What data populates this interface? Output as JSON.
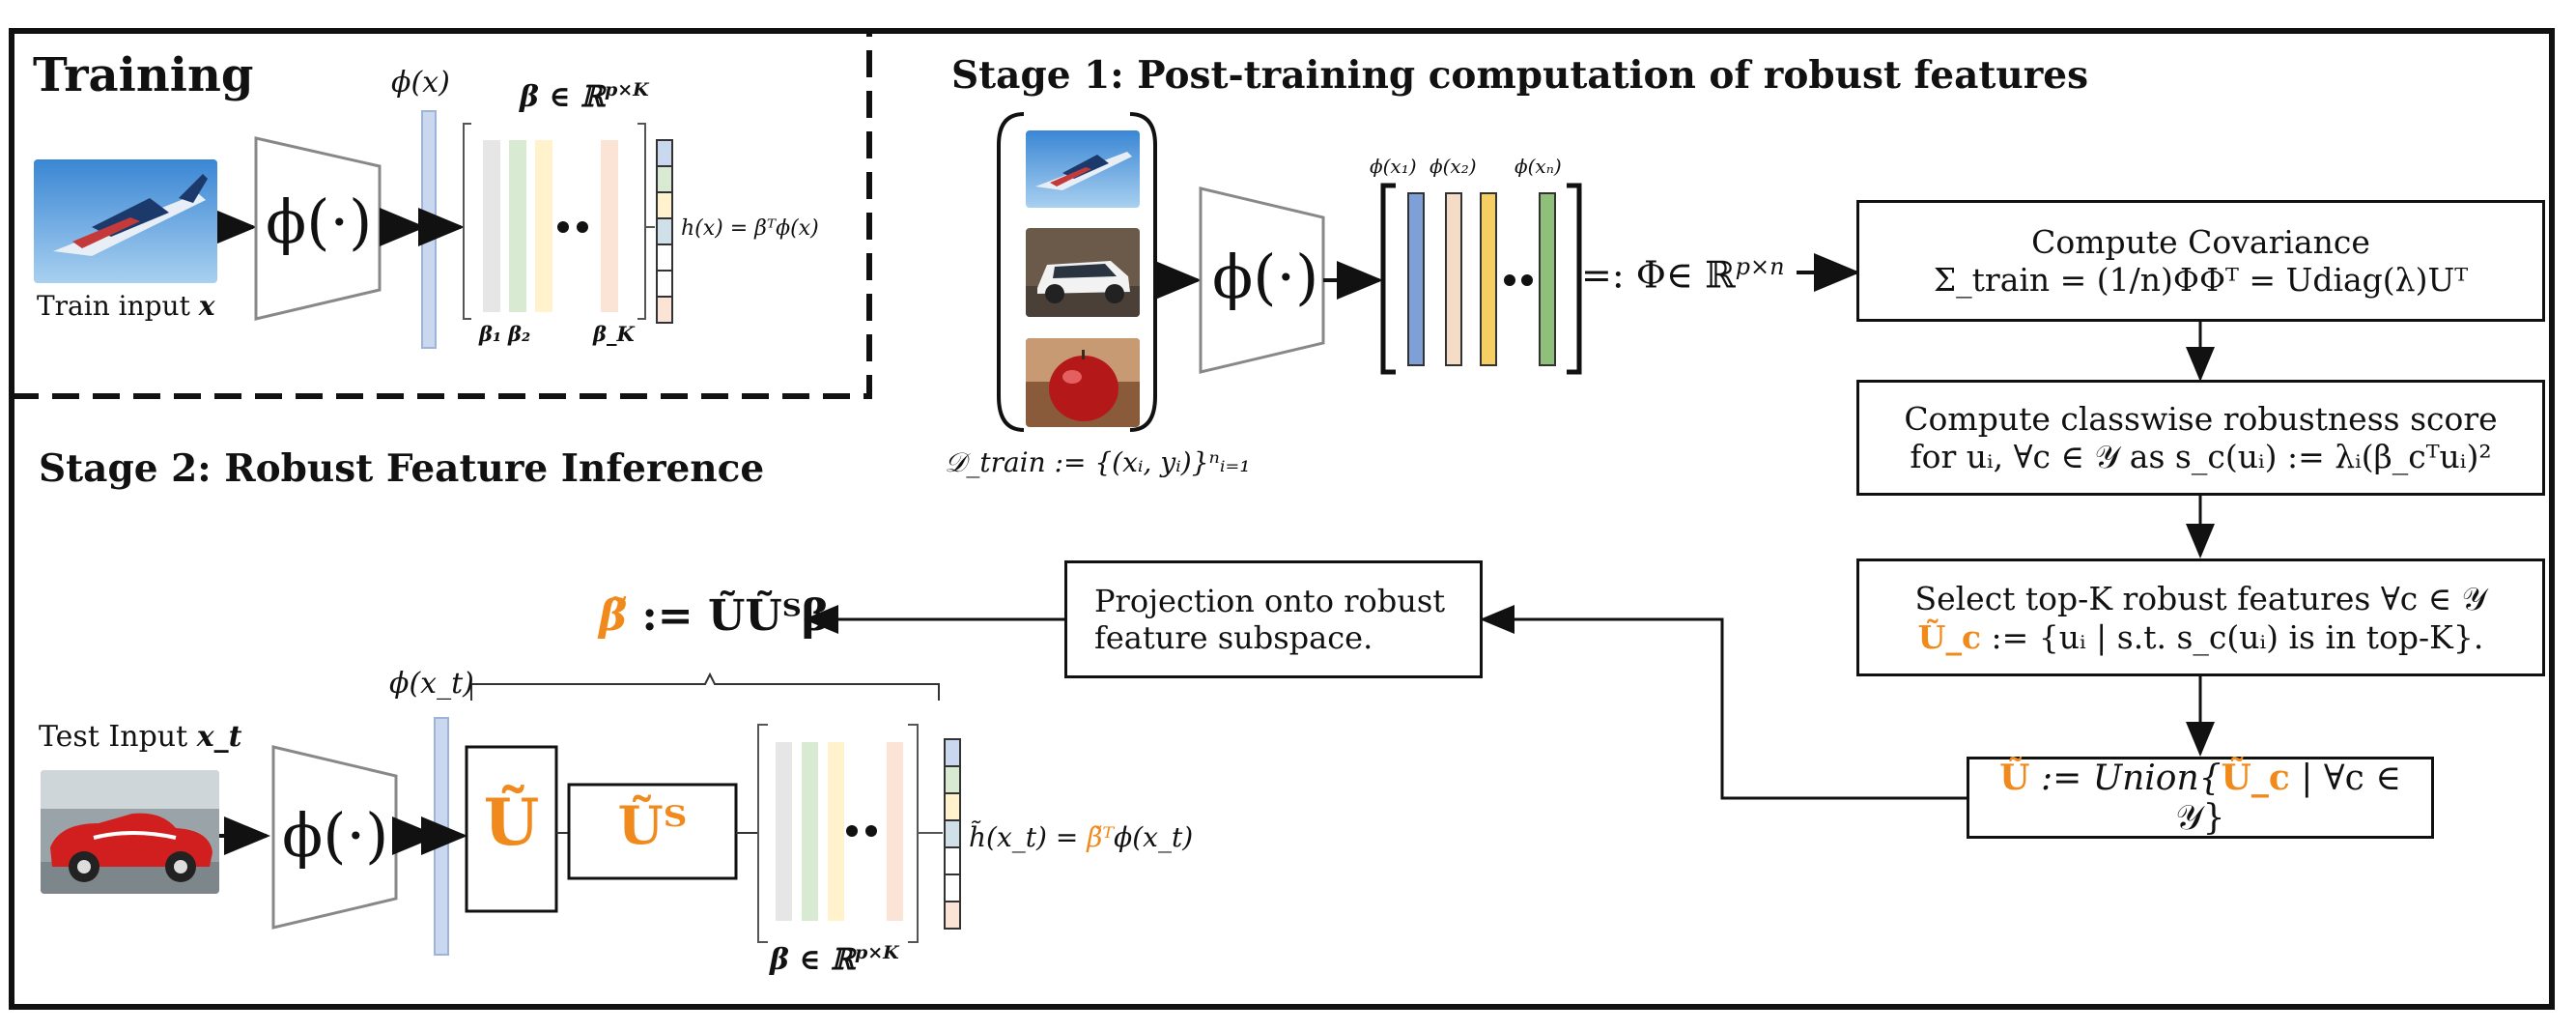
{
  "training": {
    "title": "Training",
    "phi_x": "ϕ(x)",
    "beta_def": "β ∈ ℝ",
    "beta_sup": "p×K",
    "encoder": "ϕ(·)",
    "input_label": "Train input",
    "input_var": "x",
    "beta_1": "β₁",
    "beta_2": "β₂",
    "beta_K": "β_K",
    "head_eq": "h(x) = βᵀϕ(x)"
  },
  "stage1": {
    "title": "Stage 1: Post-training computation of robust features",
    "encoder": "ϕ(·)",
    "phi_x1": "ϕ(x₁)",
    "phi_x2": "ϕ(x₂)",
    "phi_xn": "ϕ(xₙ)",
    "Phi_def": "=: Φ∈ ℝ",
    "Phi_sup": "p×n",
    "dataset": "𝒟_train := {(xᵢ, yᵢ)}ⁿᵢ₌₁",
    "cov_line1": "Compute Covariance",
    "cov_line2": "Σ_train = (1/n)ΦΦᵀ = Udiag(λ)Uᵀ",
    "score_line1": "Compute classwise robustness score",
    "score_line2": "for uᵢ, ∀c ∈ 𝒴 as s_c(uᵢ) := λᵢ(β_cᵀuᵢ)²",
    "select_line1": "Select top-K robust features ∀c ∈ 𝒴",
    "select_ut": "Ũ_c",
    "select_line2": " := {uᵢ | s.t. s_c(uᵢ) is in top-K}.",
    "union_ut": "Ũ",
    "union_mid": " := Union{",
    "union_utc": "Ũ_c",
    "union_end": " | ∀c ∈ 𝒴}"
  },
  "stage2": {
    "title": "Stage 2: Robust Feature Inference",
    "proj_line1": "Projection onto robust",
    "proj_line2": "feature subspace.",
    "beta_tilde": "β̃",
    "beta_tilde_eq": " := ŨŨᵀβ",
    "phi_xt": "ϕ(x_t)",
    "test_label": "Test Input",
    "test_var": "x_t",
    "encoder": "ϕ(·)",
    "U_tilde": "Ũ",
    "U_tilde_T": "Ũᵀ",
    "head_pre": "h̃(x_t) = ",
    "head_beta": "β̃ᵀ",
    "head_post": "ϕ(x_t)",
    "beta_def": "β ∈ ℝ",
    "beta_sup": "p×K"
  },
  "colors": {
    "orange": "#f08a1c",
    "feat_blue": "#c9d7ef",
    "phi1": "#7fa0d6",
    "phi2": "#f5dcc6",
    "phin": "#f5cf63",
    "phi_green": "#8fc07a",
    "beta_gray": "#e6e6e6",
    "beta_green": "#d9ead3",
    "beta_yellow": "#fff2cc",
    "beta_peach": "#fbe3d6"
  }
}
